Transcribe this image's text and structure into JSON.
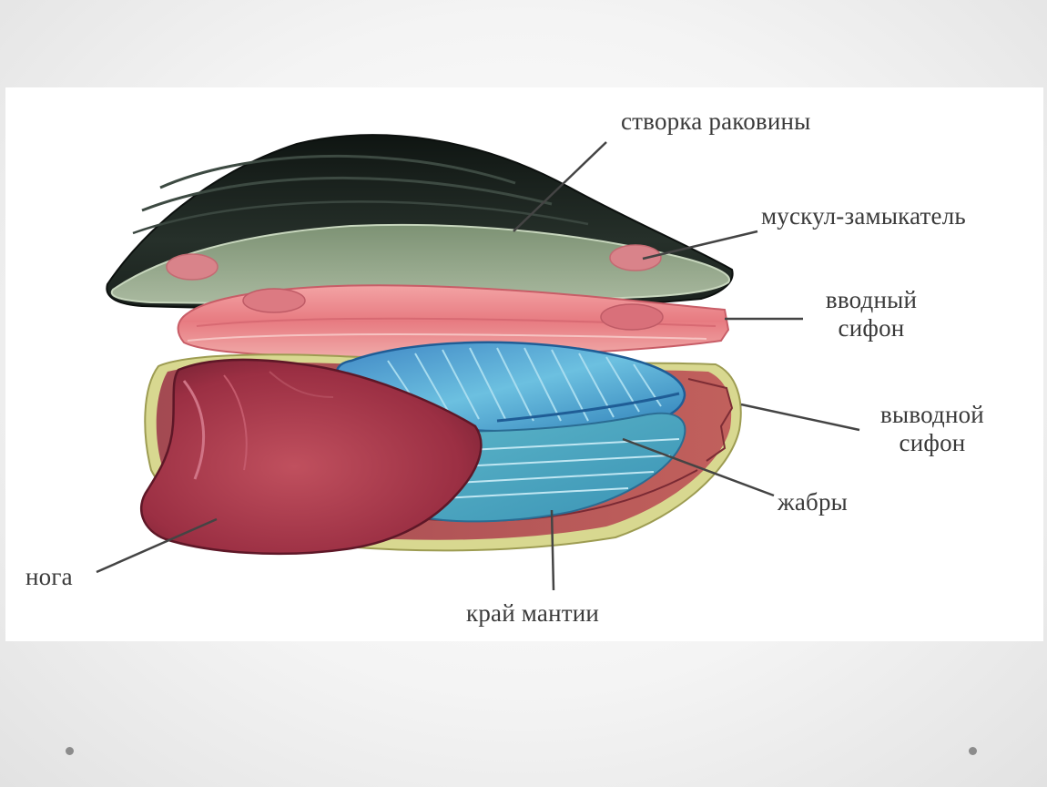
{
  "diagram": {
    "labels": {
      "shell_valve": "створка раковины",
      "adductor_muscle": "мускул-замыкатель",
      "inhalant_siphon": [
        "вводный",
        "сифон"
      ],
      "exhalant_siphon": [
        "выводной",
        "сифон"
      ],
      "gills": "жабры",
      "foot": "нога",
      "mantle_edge": "край мантии"
    },
    "colors": {
      "shell_dark": "#1c241f",
      "shell_inner": "#8fa385",
      "muscle": "#d9838a",
      "siphon": "#ec8c90",
      "gills": "#4fa2cc",
      "foot": "#a8354a",
      "mantle_edge": "#d8d890"
    }
  },
  "slide": {
    "nav_dots": [
      "left-dot",
      "right-dot"
    ]
  }
}
